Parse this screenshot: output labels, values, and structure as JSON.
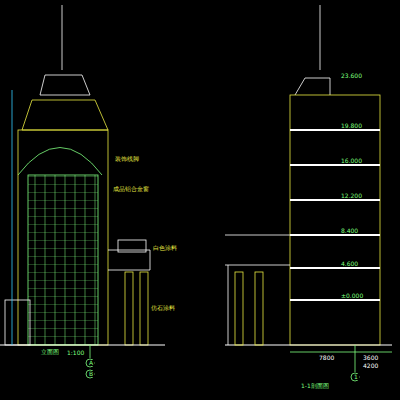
{
  "diagram": {
    "labels": [
      "立面图",
      "1:100",
      "1-1剖面图",
      "23.600",
      "19.800",
      "16.000",
      "12.200",
      "8.400",
      "4.600",
      "±0.000",
      "装饰线脚",
      "成品铝合金窗",
      "白色涂料",
      "仿石涂料",
      "7800",
      "3600",
      "4200",
      "A",
      "B",
      "1"
    ]
  }
}
